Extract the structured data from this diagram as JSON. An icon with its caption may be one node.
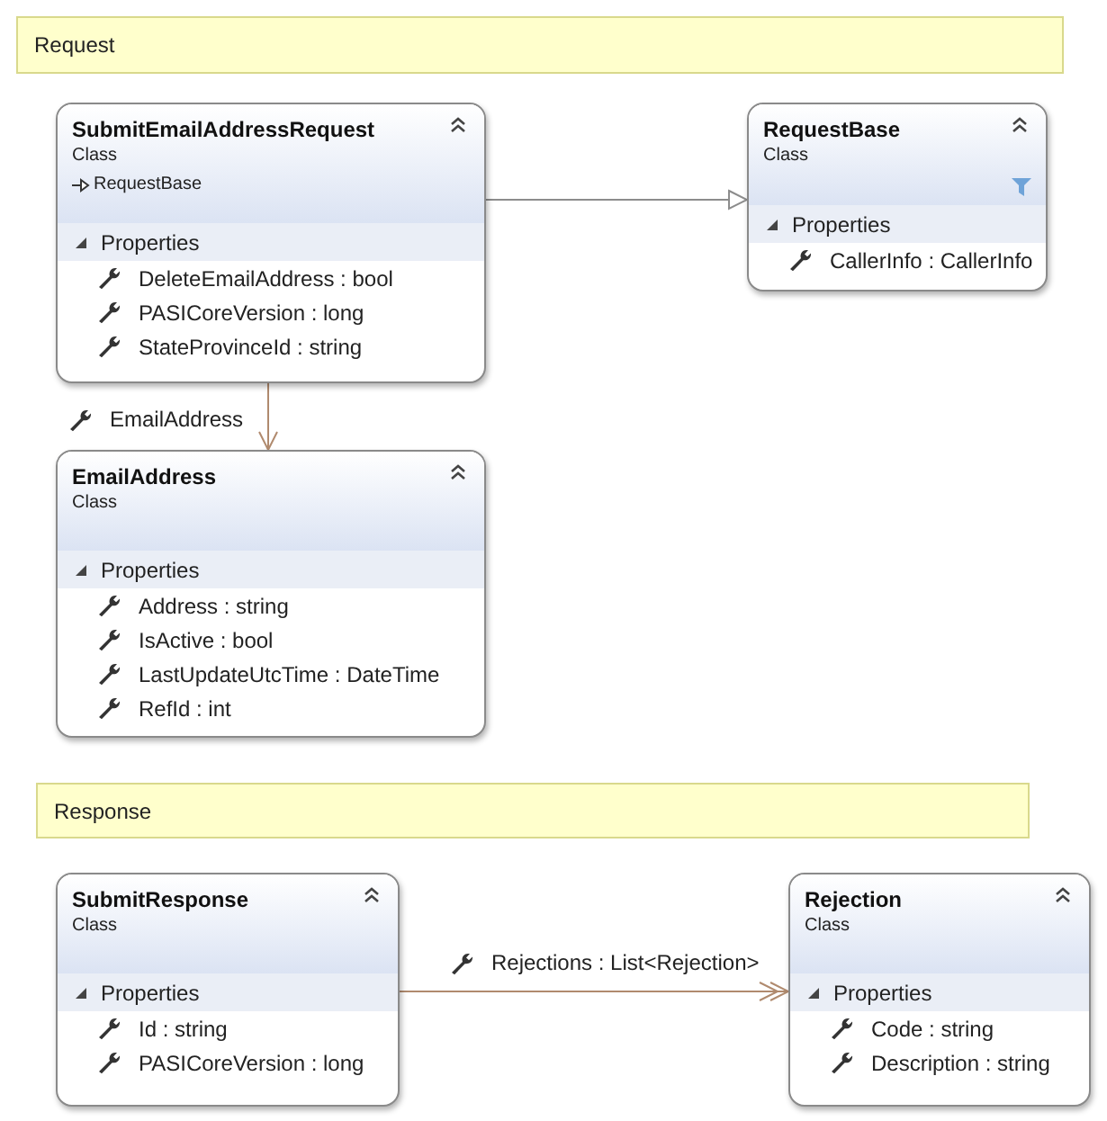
{
  "diagram": {
    "nodes": [
      {
        "text": [
          "Request"
        ]
      },
      {
        "text": [
          "SubmitEmailAddressRequest",
          "Class",
          "RequestBase"
        ]
      },
      {
        "text": [
          "Properties",
          "DeleteEmailAddress : bool",
          "PASICoreVersion : long",
          "StateProvinceId : string"
        ],
        "in": 1
      },
      {
        "text": [
          "RequestBase",
          "Class"
        ]
      },
      {
        "text": [
          "Properties",
          "CallerInfo : CallerInfo"
        ],
        "in": 3
      },
      {
        "text": [
          "EmailAddress",
          "Class"
        ]
      },
      {
        "text": [
          "Properties",
          "Address : string",
          "IsActive : bool",
          "LastUpdateUtcTime : DateTime",
          "RefId : int"
        ],
        "in": 5
      },
      {
        "text": [
          "Response"
        ]
      },
      {
        "text": [
          "SubmitResponse",
          "Class"
        ]
      },
      {
        "text": [
          "Properties",
          "Id : string",
          "PASICoreVersion : long"
        ],
        "in": 8
      },
      {
        "text": [
          "Rejection",
          "Class"
        ]
      },
      {
        "text": [
          "Properties",
          "Code : string",
          "Description : string"
        ],
        "in": 10
      }
    ],
    "edges": [
      {
        "from": 1,
        "to": 3,
        "arrow": "to",
        "color": "#8c8c8c"
      },
      {
        "from": 1,
        "to": 5,
        "arrow": "to",
        "label": "EmailAddress"
      },
      {
        "from": 8,
        "to": 10,
        "arrow": "to",
        "label": "Rejections : List<Rejection>"
      }
    ]
  }
}
